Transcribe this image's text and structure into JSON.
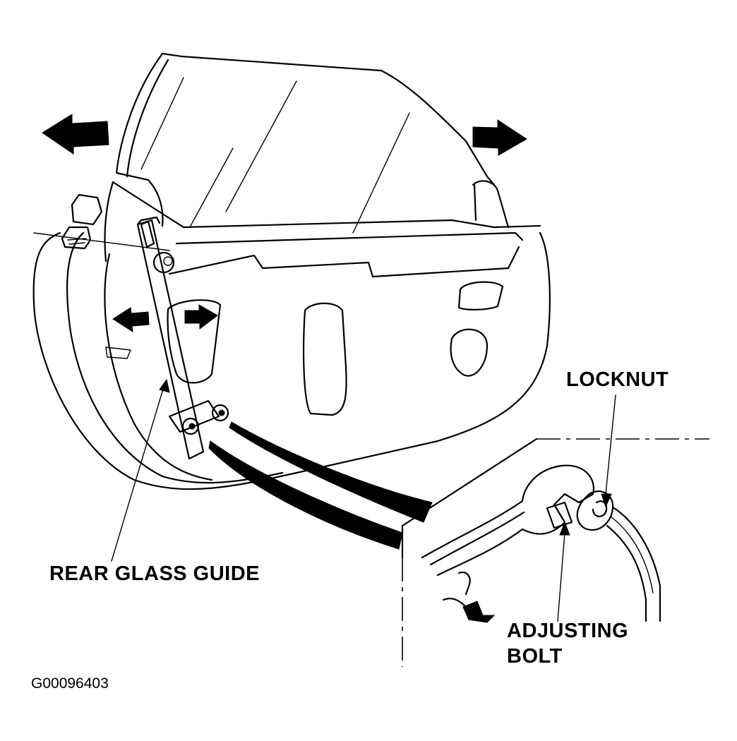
{
  "labels": {
    "locknut": "LOCKNUT",
    "rear_glass_guide": "REAR GLASS GUIDE",
    "adjusting_bolt_line1": "ADJUSTING",
    "adjusting_bolt_line2": "BOLT"
  },
  "figure_code": "G00096403",
  "colors": {
    "ink": "#000000",
    "paper": "#ffffff"
  }
}
